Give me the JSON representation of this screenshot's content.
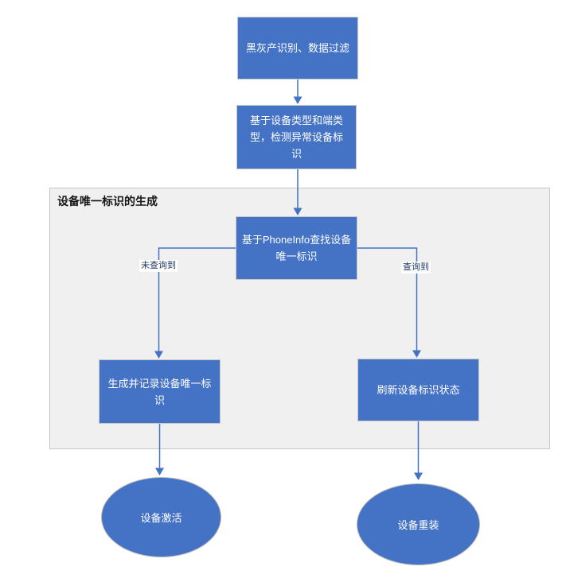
{
  "flowchart": {
    "group_label": "设备唯一标识的生成",
    "nodes": {
      "identify_filter": "黑灰产识别、数据过滤",
      "detect_abnormal": "基于设备类型和端类型，检测异常设备标识",
      "lookup_phoneinfo": "基于PhoneInfo查找设备唯一标识",
      "generate_record": "生成并记录设备唯一标识",
      "refresh_status": "刷新设备标识状态",
      "device_activation": "设备激活",
      "device_reinstall": "设备重装"
    },
    "edge_labels": {
      "not_found": "未查询到",
      "found": "查询到"
    },
    "colors": {
      "node_fill": "#4472C4",
      "node_text": "#FFFFFF",
      "node_border": "#C9C7C7",
      "connector": "#4472C4",
      "edge_label_text": "#1F3864",
      "group_fill": "#F0F0F0",
      "group_border": "#C6C6C6",
      "background": "#FFFFFF"
    }
  }
}
